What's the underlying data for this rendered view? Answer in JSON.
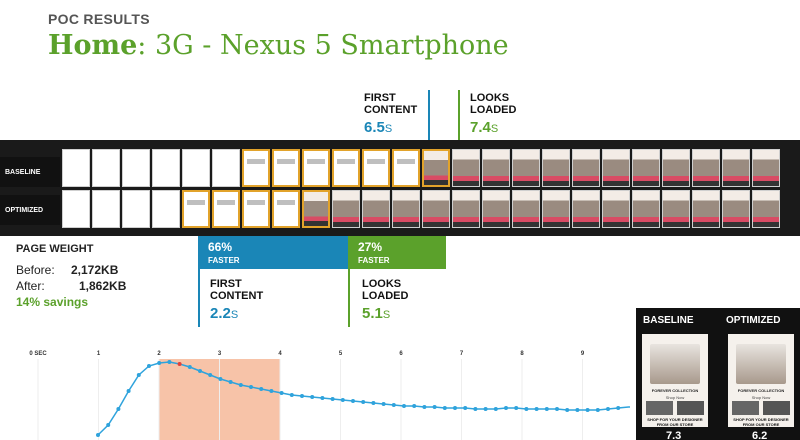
{
  "header": {
    "eyebrow": "POC RESULTS",
    "title_strong": "Home",
    "title_rest": ": 3G - Nexus 5 Smartphone"
  },
  "baseline_metrics": {
    "first_content": {
      "label_line1": "FIRST",
      "label_line2": "CONTENT",
      "value": "6.5",
      "unit": "S"
    },
    "looks_loaded": {
      "label_line1": "LOOKS",
      "label_line2": "LOADED",
      "value": "7.4",
      "unit": "S"
    }
  },
  "filmstrip": {
    "rows": [
      {
        "label": "BASELINE"
      },
      {
        "label": "OPTIMIZED"
      }
    ],
    "frame_count": 24
  },
  "page_weight": {
    "heading": "PAGE WEIGHT",
    "before_label": "Before:",
    "before_value": "2,172KB",
    "after_label": "After:",
    "after_value": "1,862KB",
    "savings": "14% savings"
  },
  "comparison_bars": [
    {
      "pct": "66%",
      "label": "FASTER",
      "color": "#1a86b7"
    },
    {
      "pct": "27%",
      "label": "FASTER",
      "color": "#5ba12b"
    }
  ],
  "optimized_metrics": {
    "first_content": {
      "label_line1": "FIRST",
      "label_line2": "CONTENT",
      "value": "2.2",
      "unit": "S"
    },
    "looks_loaded": {
      "label_line1": "LOOKS",
      "label_line2": "LOADED",
      "value": "5.1",
      "unit": "S"
    }
  },
  "timeline": {
    "tick_labels": [
      "0 SEC",
      "1",
      "2",
      "3",
      "4",
      "5",
      "6",
      "7",
      "8",
      "9"
    ],
    "line_color": "#2fa3dc",
    "highlight_color": "#f7c3a8",
    "highlight_range": [
      2,
      4
    ]
  },
  "thumbnails": [
    {
      "label": "BASELINE",
      "score": "7.3",
      "caption": "FOREVER COLLECTION",
      "caption2": "Shop Now",
      "cta": "SHOP FOR YOUR DESIGNER FROM OUR STORE"
    },
    {
      "label": "OPTIMIZED",
      "score": "6.2",
      "caption": "FOREVER COLLECTION",
      "caption2": "Shop Now",
      "cta": "SHOP FOR YOUR DESIGNER FROM OUR STORE"
    }
  ],
  "colors": {
    "blue": "#1a86b7",
    "green": "#5ba12b",
    "orange_border": "#e2a32b"
  }
}
